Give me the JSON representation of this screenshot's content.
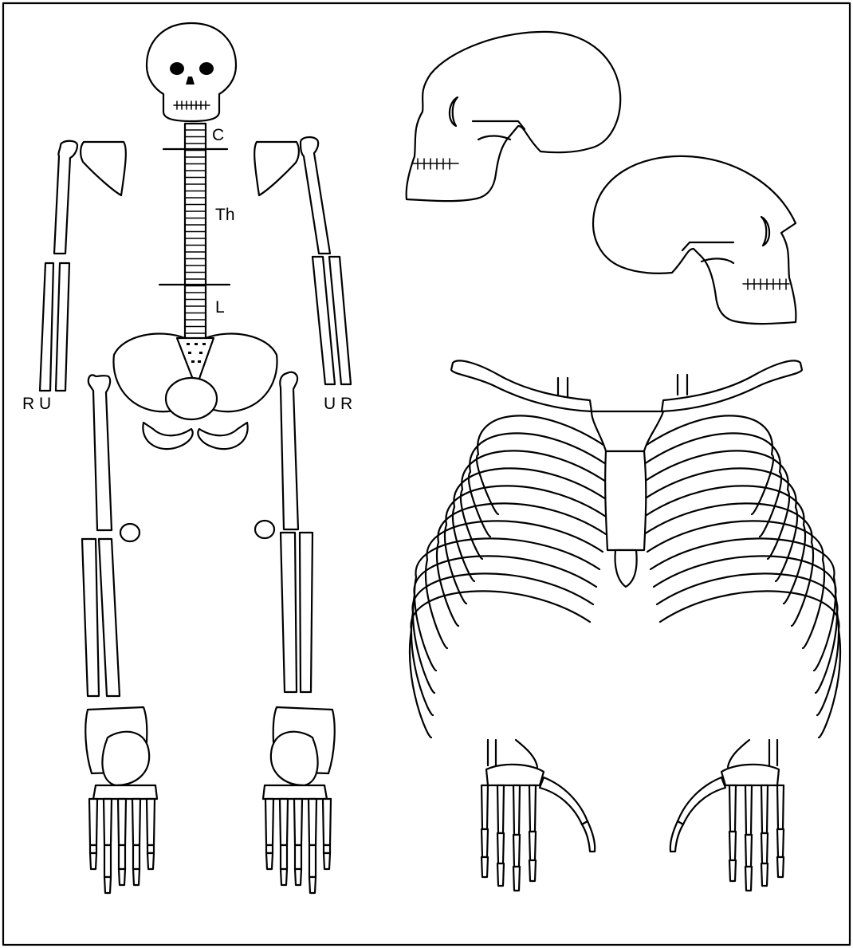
{
  "labels": {
    "cervical": "C",
    "thoracic": "Th",
    "lumbar": "L",
    "right_arm": "R U",
    "left_arm": "U R"
  },
  "colors": {
    "ink": "#000000",
    "paper": "#ffffff"
  }
}
